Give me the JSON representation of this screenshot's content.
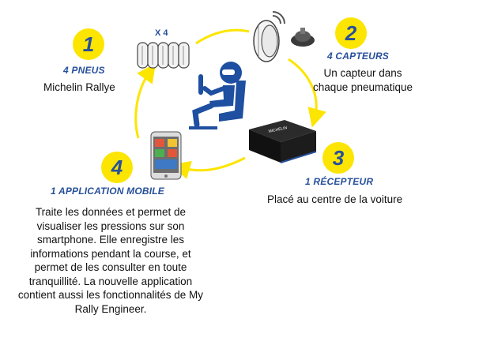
{
  "steps": [
    {
      "number": "1",
      "title": "4 PNEUS",
      "description": "Michelin Rallye"
    },
    {
      "number": "2",
      "title": "4 CAPTEURS",
      "description_lines": [
        "Un capteur dans",
        "chaque pneumatique"
      ]
    },
    {
      "number": "3",
      "title": "1 RÉCEPTEUR",
      "description": "Placé au centre de la voiture"
    },
    {
      "number": "4",
      "title": "1 APPLICATION MOBILE",
      "description_lines": [
        "Traite les données et permet de",
        "visualiser les pressions sur son",
        "smartphone. Elle enregistre les",
        "informations pendant la course, et",
        "permet de les consulter en toute",
        "tranquillité. La nouvelle application",
        "contient aussi les fonctionnalités de My",
        "Rally Engineer."
      ]
    }
  ],
  "tires_multiplier": "X 4",
  "colors": {
    "accent_yellow": "#fce500",
    "brand_blue": "#27509b",
    "text": "#111111"
  },
  "icons": [
    "tire-stack-icon",
    "tire-sensor-icon",
    "sensor-valve-icon",
    "driver-icon",
    "receiver-box-icon",
    "smartphone-icon"
  ]
}
